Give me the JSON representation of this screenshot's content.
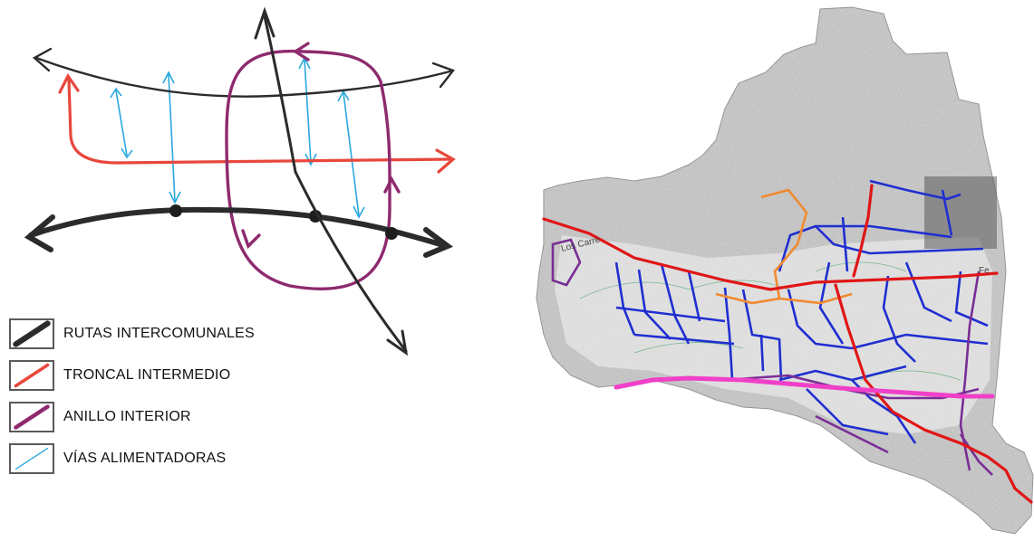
{
  "colors": {
    "intercomunal": "#2b2b2e",
    "troncal": "#e8473c",
    "anillo": "#8e2a6e",
    "alimentadoras": "#2aa7df",
    "map_red": "#e01616",
    "map_blue": "#1f2fd0",
    "map_purple": "#7a2e95",
    "map_orange": "#f08a30",
    "map_magenta": "#f040c8"
  },
  "legend": [
    {
      "label": "RUTAS INTERCOMUNALES",
      "color": "#2b2b2e",
      "width": 7
    },
    {
      "label": "TRONCAL INTERMEDIO",
      "color": "#e8473c",
      "width": 4
    },
    {
      "label": "ANILLO INTERIOR",
      "color": "#8e2a6e",
      "width": 5
    },
    {
      "label": "VÍAS ALIMENTADORAS",
      "color": "#2aa7df",
      "width": 1.5
    }
  ],
  "map_labels": {
    "street_left": "Los Carre",
    "street_right": "Fe"
  }
}
